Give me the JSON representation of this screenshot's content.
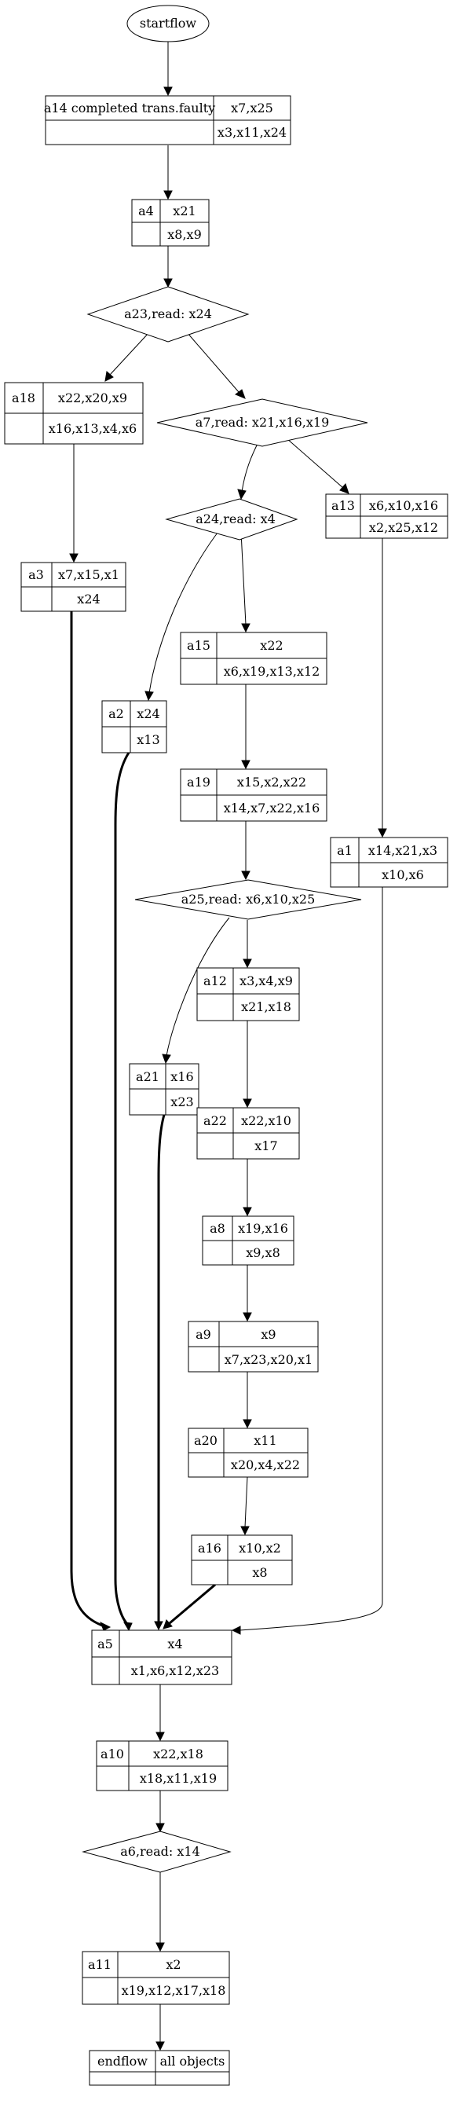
{
  "start": "startflow",
  "nodes": {
    "a14": {
      "id": "a14 completed trans.faulty",
      "top": "x7,x25",
      "bottom": "x3,x11,x24"
    },
    "a4": {
      "id": "a4",
      "top": "x21",
      "bottom": "x8,x9"
    },
    "a18": {
      "id": "a18",
      "top": "x22,x20,x9",
      "bottom": "x16,x13,x4,x6"
    },
    "a3": {
      "id": "a3",
      "top": "x7,x15,x1",
      "bottom": "x24"
    },
    "a13": {
      "id": "a13",
      "top": "x6,x10,x16",
      "bottom": "x2,x25,x12"
    },
    "a15": {
      "id": "a15",
      "top": "x22",
      "bottom": "x6,x19,x13,x12"
    },
    "a2": {
      "id": "a2",
      "top": "x24",
      "bottom": "x13"
    },
    "a19": {
      "id": "a19",
      "top": "x15,x2,x22",
      "bottom": "x14,x7,x22,x16"
    },
    "a1": {
      "id": "a1",
      "top": "x14,x21,x3",
      "bottom": "x10,x6"
    },
    "a12": {
      "id": "a12",
      "top": "x3,x4,x9",
      "bottom": "x21,x18"
    },
    "a21": {
      "id": "a21",
      "top": "x16",
      "bottom": "x23"
    },
    "a22": {
      "id": "a22",
      "top": "x22,x10",
      "bottom": "x17"
    },
    "a8": {
      "id": "a8",
      "top": "x19,x16",
      "bottom": "x9,x8"
    },
    "a9": {
      "id": "a9",
      "top": "x9",
      "bottom": "x7,x23,x20,x1"
    },
    "a20": {
      "id": "a20",
      "top": "x11",
      "bottom": "x20,x4,x22"
    },
    "a16": {
      "id": "a16",
      "top": "x10,x2",
      "bottom": "x8"
    },
    "a5": {
      "id": "a5",
      "top": "x4",
      "bottom": "x1,x6,x12,x23"
    },
    "a10": {
      "id": "a10",
      "top": "x22,x18",
      "bottom": "x18,x11,x19"
    },
    "a11": {
      "id": "a11",
      "top": "x2",
      "bottom": "x19,x12,x17,x18"
    }
  },
  "decisions": {
    "a23": "a23,read: x24",
    "a7": "a7,read: x21,x16,x19",
    "a24": "a24,read: x4",
    "a25": "a25,read: x6,x10,x25",
    "a6": "a6,read: x14"
  },
  "end": {
    "left": "endflow",
    "right": "all objects"
  }
}
